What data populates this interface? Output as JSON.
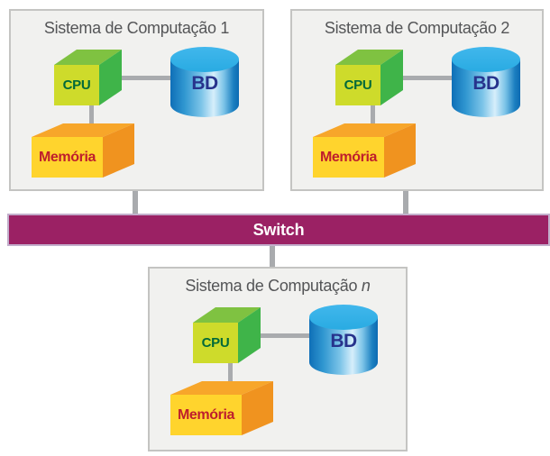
{
  "colors": {
    "panel_bg": "#f1f1ef",
    "panel_border": "#c4c4c2",
    "title_text": "#545557",
    "connector": "#a9abae",
    "switch_bg": "#9b2164",
    "switch_border": "#c2aecb",
    "switch_text": "#ffffff",
    "cpu_front": "#cedb2b",
    "cpu_top": "#7fc241",
    "cpu_side": "#3fb449",
    "cpu_text": "#00693a",
    "bd_top": "#29abe2",
    "bd_text": "#27338c",
    "mem_front": "#ffd42d",
    "mem_top": "#f7a62a",
    "mem_side": "#f0931f",
    "mem_text": "#be1e2d"
  },
  "switch": {
    "label": "Switch"
  },
  "panels": [
    {
      "title_prefix": "Sistema de Computação ",
      "title_suffix": "1",
      "suffix_class": "",
      "cpu_label": "CPU",
      "bd_label": "BD",
      "memory_label": "Memória"
    },
    {
      "title_prefix": "Sistema de Computação ",
      "title_suffix": "2",
      "suffix_class": "",
      "cpu_label": "CPU",
      "bd_label": "BD",
      "memory_label": "Memória"
    },
    {
      "title_prefix": "Sistema de Computação ",
      "title_suffix": "n",
      "suffix_class": "italic",
      "cpu_label": "CPU",
      "bd_label": "BD",
      "memory_label": "Memória"
    }
  ]
}
